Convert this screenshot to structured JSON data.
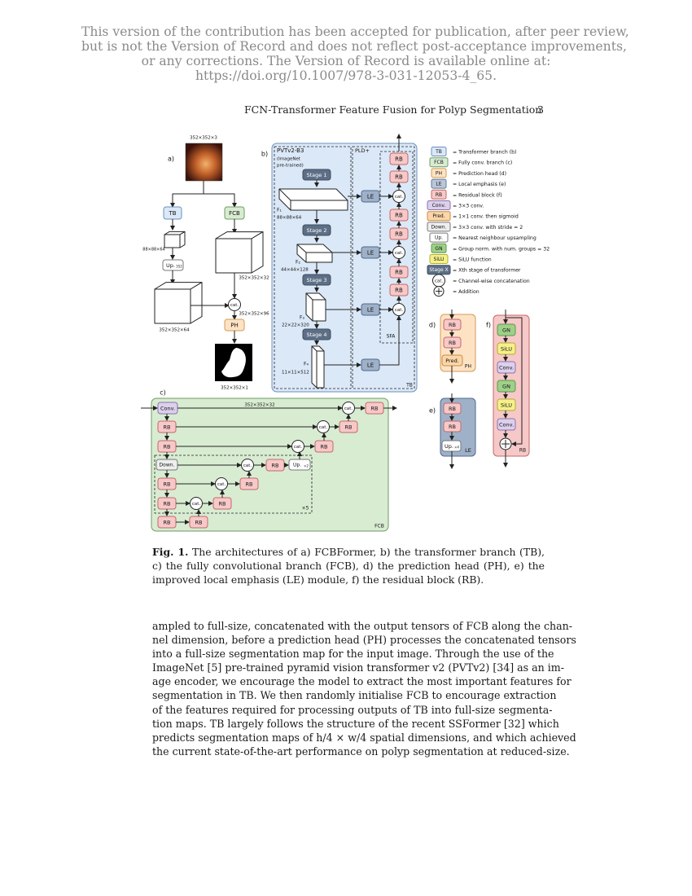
{
  "notice": {
    "lines": [
      "This version of the contribution has been accepted for publication, after peer review,",
      "but is not the Version of Record and does not reflect post-acceptance improvements,",
      "or any corrections. The Version of Record is available online at:",
      "https://doi.org/10.1007/978-3-031-12053-4_65."
    ]
  },
  "header": {
    "running_title": "FCN-Transformer Feature Fusion for Polyp Segmentation",
    "page_number": "3"
  },
  "figure": {
    "panel_labels": {
      "a": "a)",
      "b": "b)",
      "c": "c)",
      "d": "d)",
      "e": "e)",
      "f": "f)"
    },
    "a": {
      "input_dim": "352×352×3",
      "tb": "TB",
      "fcb": "FCB",
      "tb_dim": "88×88×64",
      "up": "Up.",
      "up_sub": "352",
      "fcb_dim": "352×352×32",
      "up_dim": "352×352×64",
      "cat": "cat.",
      "cat_dim": "352×352×96",
      "ph": "PH",
      "out_dim": "352×352×1"
    },
    "b": {
      "pvt": "PVTv2-B3",
      "pvt_note1": "(ImageNet",
      "pvt_note2": "pre-trained)",
      "pld": "PLD+",
      "stage1": "Stage 1",
      "stage2": "Stage 2",
      "stage3": "Stage 3",
      "stage4": "Stage 4",
      "f1": "F₁",
      "f1_dim": "88×88×64",
      "f2": "F₂",
      "f2_dim": "44×44×128",
      "f3": "F₃",
      "f3_dim": "22×22×320",
      "f4": "F₄",
      "f4_dim": "11×11×512",
      "le": "LE",
      "rb": "RB",
      "cat": "cat.",
      "sfa": "SFA",
      "tb": "TB"
    },
    "legend": [
      {
        "key": "TB",
        "text": "= Transformer branch (b)",
        "fill": "#dbe8f7",
        "stroke": "#6b8fbf"
      },
      {
        "key": "FCB",
        "text": "= Fully conv. branch (c)",
        "fill": "#d8ecd2",
        "stroke": "#6f9a63"
      },
      {
        "key": "PH",
        "text": "= Prediction head (d)",
        "fill": "#fde3c4",
        "stroke": "#d49a55"
      },
      {
        "key": "LE",
        "text": "= Local emphasis (e)",
        "fill": "#b9c7d9",
        "stroke": "#5f7a9b"
      },
      {
        "key": "RB",
        "text": "= Residual block (f)",
        "fill": "#f7c8c8",
        "stroke": "#c26a6a"
      },
      {
        "key": "Conv.",
        "text": "= 3×3 conv.",
        "fill": "#dcd0ec",
        "stroke": "#8a73ad"
      },
      {
        "key": "Pred.",
        "text": "= 1×1 conv. then sigmoid",
        "fill": "#fbd6a8",
        "stroke": "#c98c45"
      },
      {
        "key": "Down.",
        "text": "= 3×3 conv. with stride = 2",
        "fill": "#eeeeee",
        "stroke": "#777777"
      },
      {
        "key": "Up.",
        "text": "= Nearest neighbour upsampling",
        "fill": "#ffffff",
        "stroke": "#777777"
      },
      {
        "key": "GN",
        "text": "= Group norm. with num. groups = 32",
        "fill": "#9fd08a",
        "stroke": "#5e9a4a"
      },
      {
        "key": "SiLU",
        "text": "= SiLU function",
        "fill": "#f6f08a",
        "stroke": "#b3ab3a"
      },
      {
        "key": "Stage X",
        "text": "= Xth stage of transformer",
        "fill": "#5d6f86",
        "stroke": "#3d4d60"
      },
      {
        "key": "cat.",
        "text": "= Channel-wise concatenation",
        "fill": "#ffffff",
        "stroke": "#333333"
      },
      {
        "key": "+",
        "text": "= Addition",
        "fill": "#ffffff",
        "stroke": "#333333"
      }
    ],
    "c": {
      "conv": "Conv.",
      "rb": "RB",
      "down": "Down.",
      "up": "Up.",
      "up_sub": "×2",
      "cat": "cat.",
      "dim": "352×352×32",
      "repeat": "×5",
      "fcb": "FCB"
    },
    "d": {
      "rb": "RB",
      "pred": "Pred.",
      "ph": "PH"
    },
    "e": {
      "rb": "RB",
      "up": "Up.",
      "up_sub": "×4",
      "le": "LE"
    },
    "f": {
      "gn": "GN",
      "silu": "SiLU",
      "conv": "Conv.",
      "plus": "+",
      "rb": "RB"
    }
  },
  "caption": {
    "label": "Fig. 1.",
    "text": "The architectures of a) FCBFormer, b) the transformer branch (TB), c) the fully convolutional branch (FCB), d) the prediction head (PH), e) the improved local emphasis (LE) module, f) the residual block (RB)."
  },
  "body": {
    "lines": [
      "ampled to full-size, concatenated with the output tensors of FCB along the chan-",
      "nel dimension, before a prediction head (PH) processes the concatenated tensors",
      "into a full-size segmentation map for the input image. Through the use of the",
      "ImageNet [5] pre-trained pyramid vision transformer v2 (PVTv2) [34] as an im-",
      "age encoder, we encourage the model to extract the most important features for",
      "segmentation in TB. We then randomly initialise FCB to encourage extraction",
      "of the features required for processing outputs of TB into full-size segmenta-",
      "tion maps. TB largely follows the structure of the recent SSFormer [32] which",
      "predicts segmentation maps of h/4 × w/4 spatial dimensions, and which achieved",
      "the current state-of-the-art performance on polyp segmentation at reduced-size."
    ]
  }
}
